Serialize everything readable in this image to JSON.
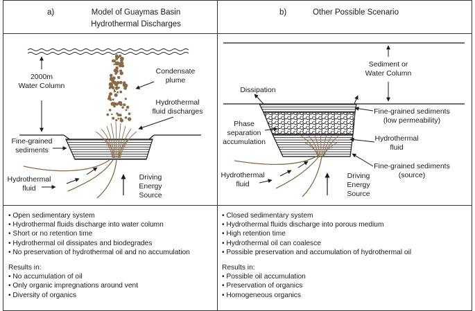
{
  "panel_a": {
    "letter": "a)",
    "title_line1": "Model of Guaymas Basin",
    "title_line2": "Hydrothermal Discharges",
    "labels": {
      "water_column_1": "2000m",
      "water_column_2": "Water Column",
      "condensate_1": "Condensate",
      "condensate_2": "plume",
      "discharge_1": "Hydrothermal",
      "discharge_2": "fluid discharges",
      "sediments_1": "Fine-grained",
      "sediments_2": "sediments",
      "fluid_1": "Hydrothermal",
      "fluid_2": "fluid",
      "energy_1": "Driving",
      "energy_2": "Energy",
      "energy_3": "Source"
    },
    "bullets": [
      "• Open sedimentary system",
      "• Hydrothermal fluids discharge into water column",
      "• Short or no retention time",
      "• Hydrothermal oil dissipates and biodegrades",
      "• No preservation of hydrothermal oil and no accumulation"
    ],
    "results_heading": "Results in:",
    "results": [
      "• No accumulation of oil",
      "• Only organic impregnations around vent",
      "• Diversity of organics"
    ]
  },
  "panel_b": {
    "letter": "b)",
    "title": "Other Possible Scenario",
    "labels": {
      "column_1": "Sediment or",
      "column_2": "Water Column",
      "dissipation": "Dissipation",
      "phase_1": "Phase",
      "phase_2": "separation",
      "phase_3": "accumulation",
      "fine_top_1": "Fine-grained sediments",
      "fine_top_2": "(low permeability)",
      "hfluid_1": "Hydrothermal",
      "hfluid_2": "fluid",
      "fine_src_1": "Fine-grained sediments",
      "fine_src_2": "(source)",
      "fluid_1": "Hydrothermal",
      "fluid_2": "fluid",
      "energy_1": "Driving",
      "energy_2": "Energy",
      "energy_3": "Source"
    },
    "bullets": [
      "• Closed sedimentary system",
      "• Hydrothermal fluids discharge into porous medium",
      "• High retention time",
      "• Hydrothermal oil can coalesce",
      "• Possible preservation and accumulation of hydrothermal oil"
    ],
    "results_heading": "Results in:",
    "results": [
      "• Possible oil accumulation",
      "• Preservation of organics",
      "• Homogeneous organics"
    ]
  }
}
